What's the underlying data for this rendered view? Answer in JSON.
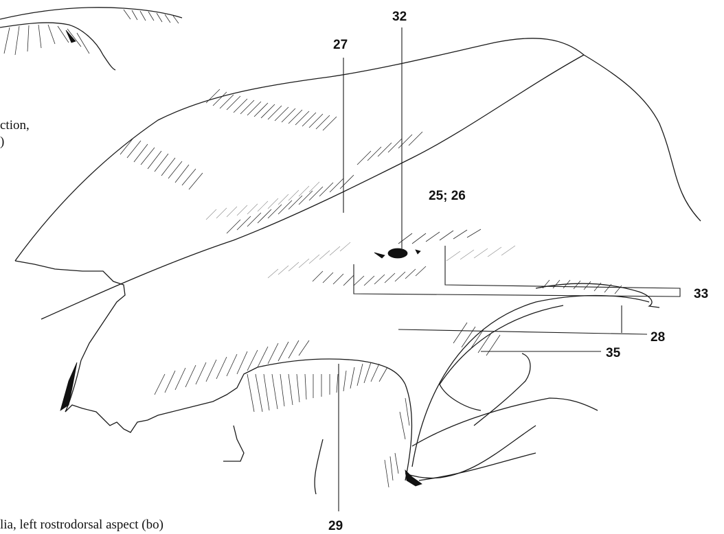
{
  "figure": {
    "labels": {
      "l32": "32",
      "l27": "27",
      "l25_26": "25; 26",
      "l33": "33",
      "l28": "28",
      "l35": "35",
      "l29": "29"
    },
    "captions": {
      "upper_fragment_line1": "ction,",
      "upper_fragment_line2": ")",
      "bottom_caption": "lia, left rostrodorsal aspect (bo)"
    }
  }
}
